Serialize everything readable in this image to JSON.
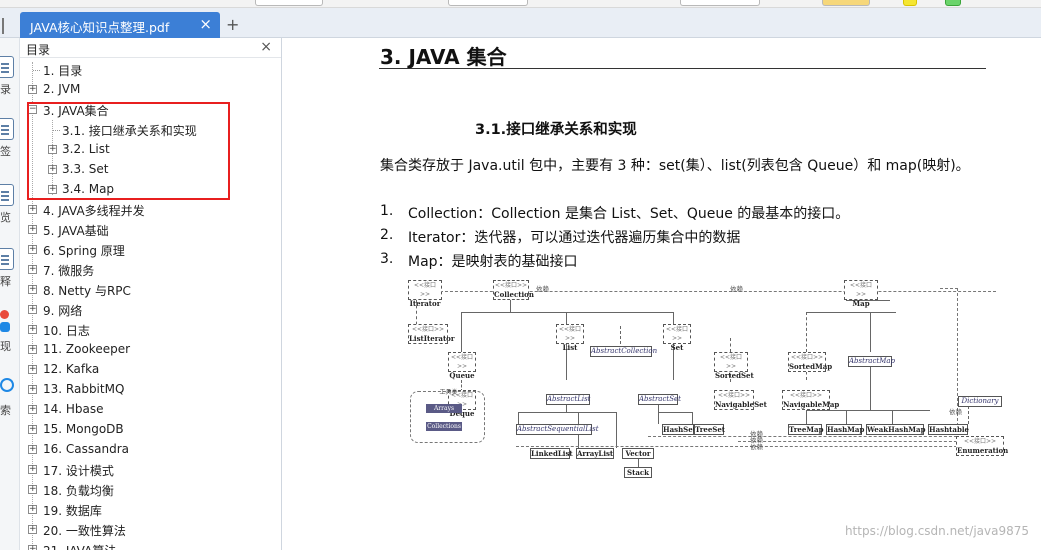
{
  "tabs": [
    {
      "title": "JAVA核心知识点整理.pdf",
      "close": "×"
    }
  ],
  "tab_add": "+",
  "rail": {
    "items": [
      "录",
      "签",
      "览",
      "释",
      "现",
      "索"
    ]
  },
  "outline": {
    "title": "目录",
    "close": "×",
    "items": [
      "1. 目录",
      "2. JVM",
      "3. JAVA集合",
      "3.1. 接口继承关系和实现",
      "3.2. List",
      "3.3. Set",
      "3.4. Map",
      "4. JAVA多线程并发",
      "5. JAVA基础",
      "6. Spring 原理",
      "7. 微服务",
      "8. Netty 与RPC",
      "9. 网络",
      "10. 日志",
      "11. Zookeeper",
      "12. Kafka",
      "13. RabbitMQ",
      "14. Hbase",
      "15. MongoDB",
      "16. Cassandra",
      "17. 设计模式",
      "18. 负载均衡",
      "19. 数据库",
      "20. 一致性算法",
      "21. JAVA算法"
    ]
  },
  "doc": {
    "heading": "3. JAVA 集合",
    "subheading": "3.1.接口继承关系和实现",
    "paragraph": "集合类存放于 Java.util 包中，主要有 3 种：set(集）、list(列表包含 Queue）和 map(映射)。",
    "list": [
      {
        "num": "1.",
        "text": "Collection：Collection 是集合 List、Set、Queue 的最基本的接口。"
      },
      {
        "num": "2.",
        "text": "Iterator：迭代器，可以通过迭代器遍历集合中的数据"
      },
      {
        "num": "3.",
        "text": "Map：是映射表的基础接口"
      }
    ]
  },
  "diagram": {
    "stereotype": "<<接口>>",
    "nodes": {
      "iterator": "Iterator",
      "collection": "Collection",
      "map": "Map",
      "listiterator": "ListIterator",
      "list": "List",
      "set": "Set",
      "queue": "Queue",
      "abstractcollection": "AbstractCollection",
      "sortedset": "SortedSet",
      "sortedmap": "SortedMap",
      "abstractmap": "AbstractMap",
      "deque": "Deque",
      "abstractlist": "AbstractList",
      "abstractset": "AbstractSet",
      "navigableset": "NavigableSet",
      "navigablemap": "NavigableMap",
      "dictionary": "Dictionary",
      "abstractsequentiallist": "AbstractSequentialList",
      "linkedlist": "LinkedList",
      "arraylist": "ArrayList",
      "vector": "Vector",
      "stack": "Stack",
      "hashset": "HashSet",
      "treeset": "TreeSet",
      "treemap": "TreeMap",
      "hashmap": "HashMap",
      "weakhashmap": "WeakHashMap",
      "hashtable": "Hashtable",
      "enumeration": "Enumeration"
    },
    "dep_label": "依赖",
    "tools": {
      "title": "工具类",
      "arrays": "Arrays",
      "collections": "Collections"
    }
  },
  "watermark": "https://blog.csdn.net/java9875"
}
